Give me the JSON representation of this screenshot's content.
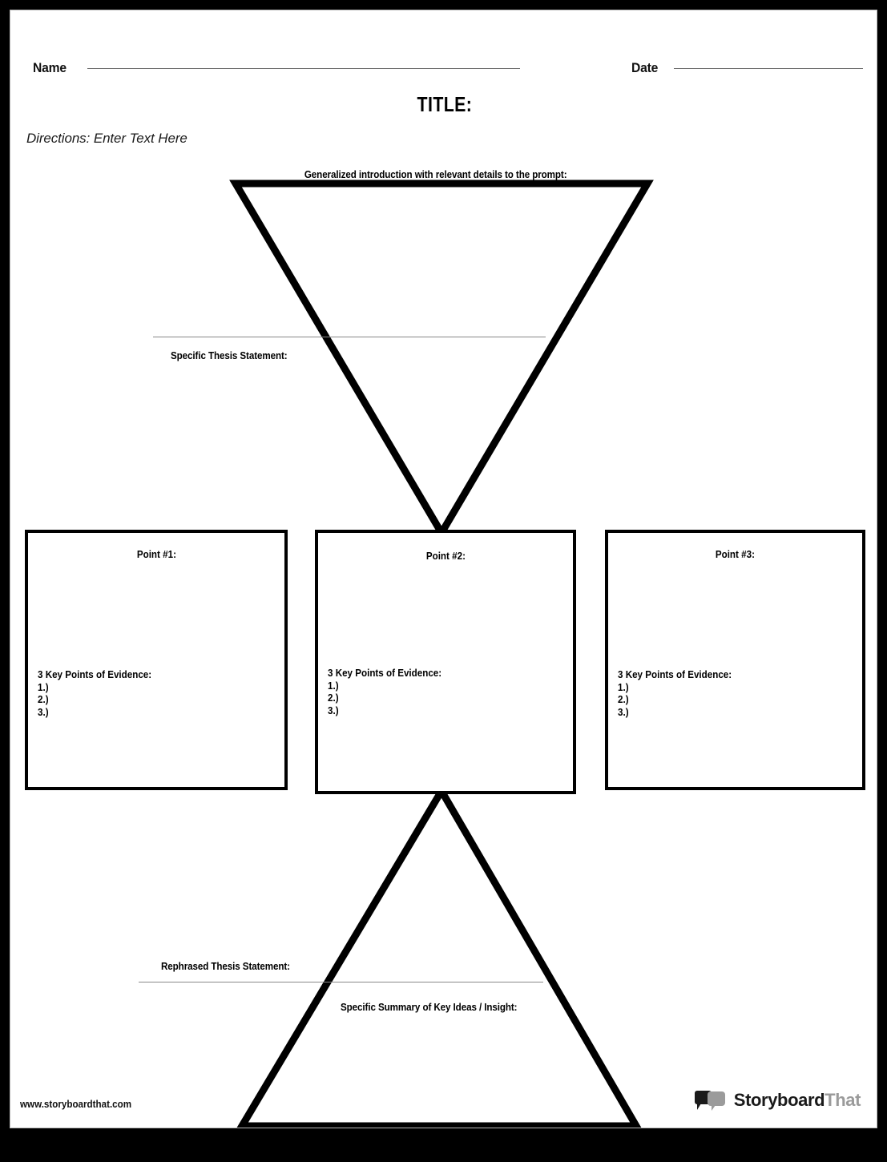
{
  "header": {
    "name_label": "Name",
    "date_label": "Date",
    "title": "TITLE:",
    "directions": "Directions: Enter Text Here"
  },
  "top_triangle": {
    "intro_caption": "Generalized introduction with relevant details to the prompt:",
    "thesis_caption": "Specific Thesis Statement:"
  },
  "points": [
    {
      "title": "Point #1:",
      "evidence_label": "3 Key Points of Evidence:",
      "items": [
        "1.)",
        "2.)",
        "3.)"
      ]
    },
    {
      "title": "Point #2:",
      "evidence_label": "3 Key Points of Evidence:",
      "items": [
        "1.)",
        "2.)",
        "3.)"
      ]
    },
    {
      "title": "Point #3:",
      "evidence_label": "3 Key Points of Evidence:",
      "items": [
        "1.)",
        "2.)",
        "3.)"
      ]
    }
  ],
  "bottom_triangle": {
    "rephrased_caption": "Rephrased Thesis Statement:",
    "summary_caption": "Specific Summary of Key Ideas / Insight:"
  },
  "footer": {
    "website": "www.storyboardthat.com",
    "logo_text_dark": "Storyboard",
    "logo_text_gray": "That"
  },
  "colors": {
    "ink": "#000000",
    "rule_gray": "#6f6f6f",
    "thin_rule": "#888888",
    "logo_gray": "#9b9b9b",
    "page_bg": "#ffffff",
    "frame": "#000000"
  }
}
